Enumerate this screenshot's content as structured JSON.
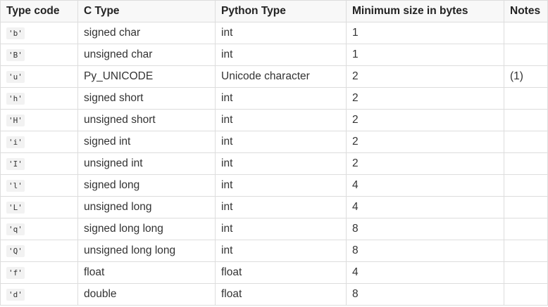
{
  "table": {
    "headers": [
      "Type code",
      "C Type",
      "Python Type",
      "Minimum size in bytes",
      "Notes"
    ],
    "rows": [
      {
        "code": "'b'",
        "ctype": "signed char",
        "pytype": "int",
        "size": "1",
        "notes": ""
      },
      {
        "code": "'B'",
        "ctype": "unsigned char",
        "pytype": "int",
        "size": "1",
        "notes": ""
      },
      {
        "code": "'u'",
        "ctype": "Py_UNICODE",
        "pytype": "Unicode character",
        "size": "2",
        "notes": "(1)"
      },
      {
        "code": "'h'",
        "ctype": "signed short",
        "pytype": "int",
        "size": "2",
        "notes": ""
      },
      {
        "code": "'H'",
        "ctype": "unsigned short",
        "pytype": "int",
        "size": "2",
        "notes": ""
      },
      {
        "code": "'i'",
        "ctype": "signed int",
        "pytype": "int",
        "size": "2",
        "notes": ""
      },
      {
        "code": "'I'",
        "ctype": "unsigned int",
        "pytype": "int",
        "size": "2",
        "notes": ""
      },
      {
        "code": "'l'",
        "ctype": "signed long",
        "pytype": "int",
        "size": "4",
        "notes": ""
      },
      {
        "code": "'L'",
        "ctype": "unsigned long",
        "pytype": "int",
        "size": "4",
        "notes": ""
      },
      {
        "code": "'q'",
        "ctype": "signed long long",
        "pytype": "int",
        "size": "8",
        "notes": ""
      },
      {
        "code": "'Q'",
        "ctype": "unsigned long long",
        "pytype": "int",
        "size": "8",
        "notes": ""
      },
      {
        "code": "'f'",
        "ctype": "float",
        "pytype": "float",
        "size": "4",
        "notes": ""
      },
      {
        "code": "'d'",
        "ctype": "double",
        "pytype": "float",
        "size": "8",
        "notes": ""
      }
    ]
  }
}
